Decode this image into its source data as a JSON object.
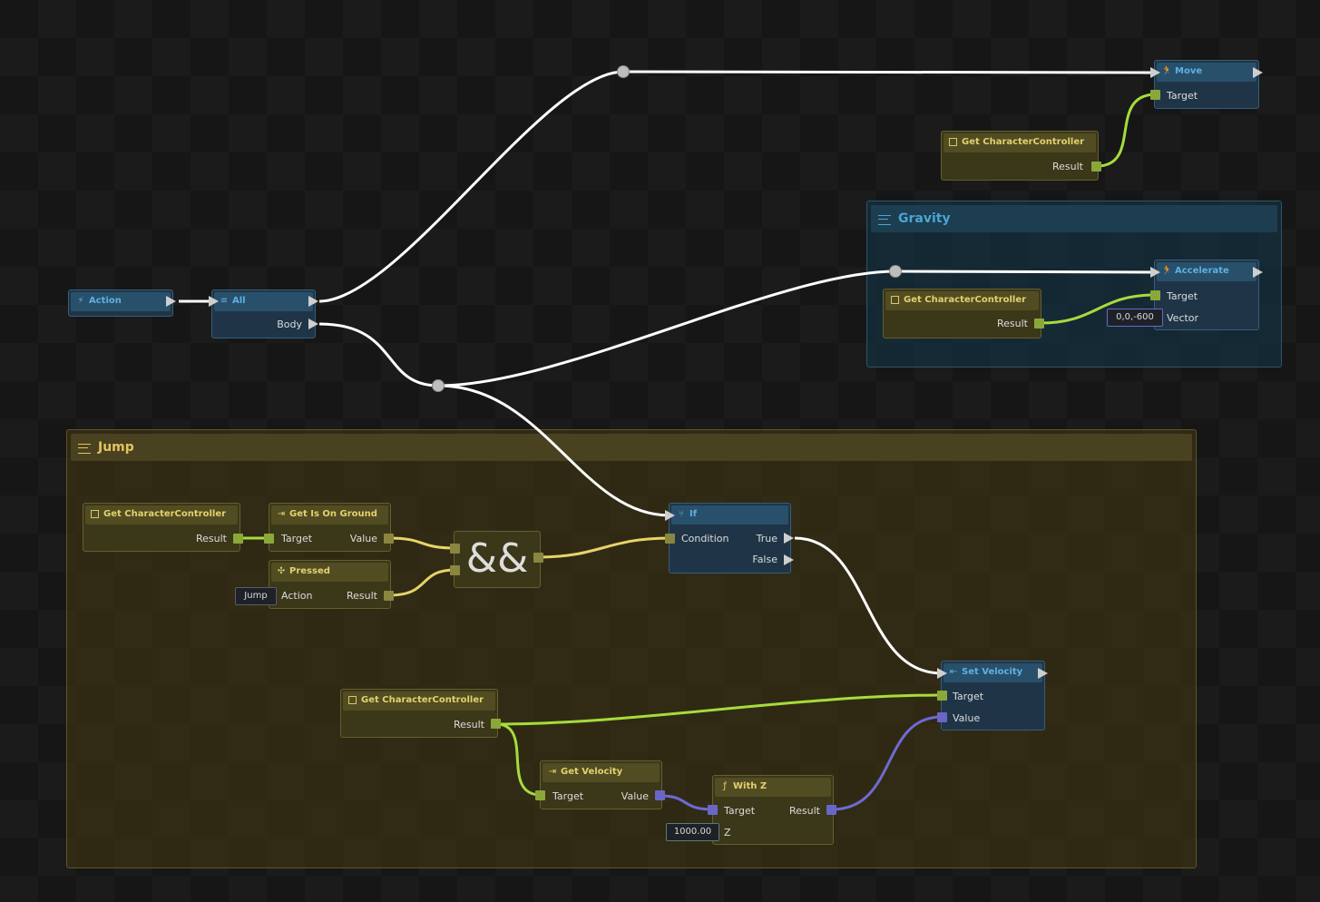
{
  "groups": {
    "gravity": {
      "title": "Gravity"
    },
    "jump": {
      "title": "Jump"
    }
  },
  "nodes": {
    "action": {
      "title": "Action"
    },
    "all": {
      "title": "All",
      "body_pin": "Body"
    },
    "move": {
      "title": "Move",
      "target_pin": "Target"
    },
    "get_cc_move": {
      "title": "Get CharacterController",
      "result_pin": "Result"
    },
    "accelerate": {
      "title": "Accelerate",
      "target_pin": "Target",
      "vector_pin": "Vector",
      "vector_value": "0,0,-600"
    },
    "get_cc_gravity": {
      "title": "Get CharacterController",
      "result_pin": "Result"
    },
    "get_cc_jump": {
      "title": "Get CharacterController",
      "result_pin": "Result"
    },
    "get_is_on_ground": {
      "title": "Get Is On Ground",
      "target_pin": "Target",
      "value_pin": "Value"
    },
    "pressed": {
      "title": "Pressed",
      "action_pin": "Action",
      "result_pin": "Result",
      "action_value": "Jump"
    },
    "and": {
      "label": "&&"
    },
    "if": {
      "title": "If",
      "condition_pin": "Condition",
      "true_pin": "True",
      "false_pin": "False"
    },
    "set_velocity": {
      "title": "Set Velocity",
      "target_pin": "Target",
      "value_pin": "Value"
    },
    "get_cc_velocity": {
      "title": "Get CharacterController",
      "result_pin": "Result"
    },
    "get_velocity": {
      "title": "Get Velocity",
      "target_pin": "Target",
      "value_pin": "Value"
    },
    "with_z": {
      "title": "With Z",
      "target_pin": "Target",
      "result_pin": "Result",
      "z_pin": "Z",
      "z_value": "1000.00"
    }
  },
  "colors": {
    "exec_wire": "#ffffff",
    "bool_wire": "#e6d468",
    "object_wire": "#a6dc3c",
    "vector_wire": "#6e6ad4"
  }
}
